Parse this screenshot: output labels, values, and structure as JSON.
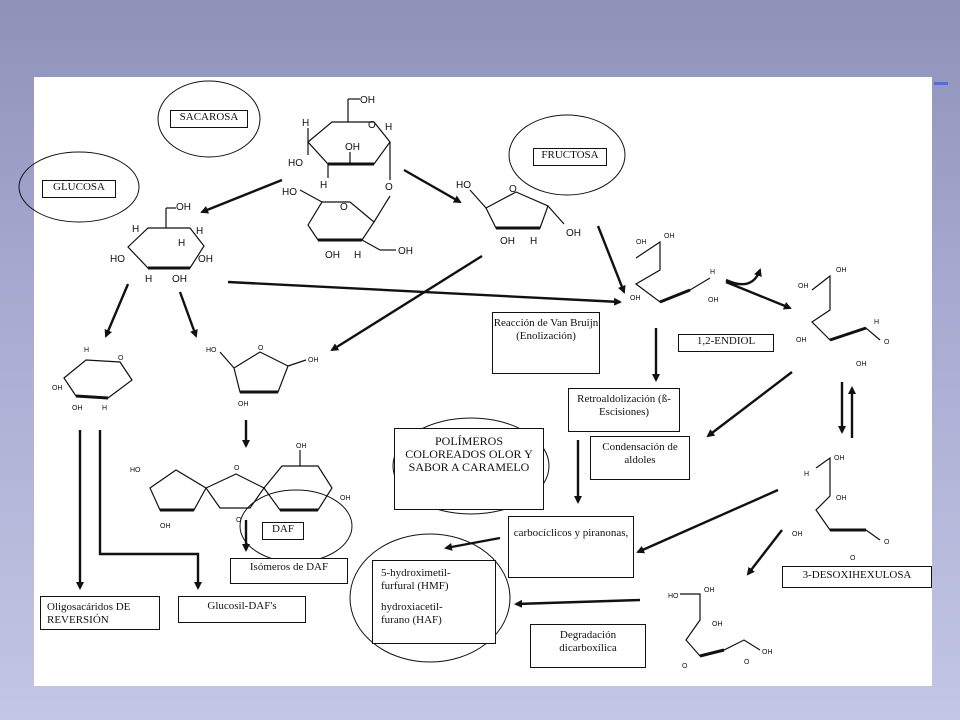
{
  "labels": {
    "sacarosa": "SACAROSA",
    "glucosa": "GLUCOSA",
    "fructosa": "FRUCTOSA",
    "van_bruijn": "Reacción de Van Bruijn (Enolización)",
    "endiol": "1,2-ENDIOL",
    "retroaldolizacion": "Retroaldolización (ß-Escisiones)",
    "condensacion": "Condensación de aldoles",
    "polimeros": "POLÍMEROS COLOREADOS OLOR Y SABOR A CARAMELO",
    "daf": "DAF",
    "isomeros": "Isómeros de DAF",
    "carbociclicos": "carbocíclicos y piranonas,",
    "hmf": "5-hydroximetil-furfural (HMF)",
    "haf": "hydroxiacetil-furano (HAF)",
    "oligosacaridos": "Oligosacáridos DE REVERSIÓN",
    "glucosil": "Glucosil-DAF's",
    "desoxihexulosa": "3-DESOXIHEXULOSA",
    "degradacion": "Degradación dicarboxílica"
  },
  "atoms": {
    "h": "H",
    "oh": "OH",
    "o": "O"
  },
  "colors": {
    "ink": "#111111",
    "paper": "#ffffff",
    "background": "#a6aad0",
    "accent": "#5a6ad8"
  }
}
